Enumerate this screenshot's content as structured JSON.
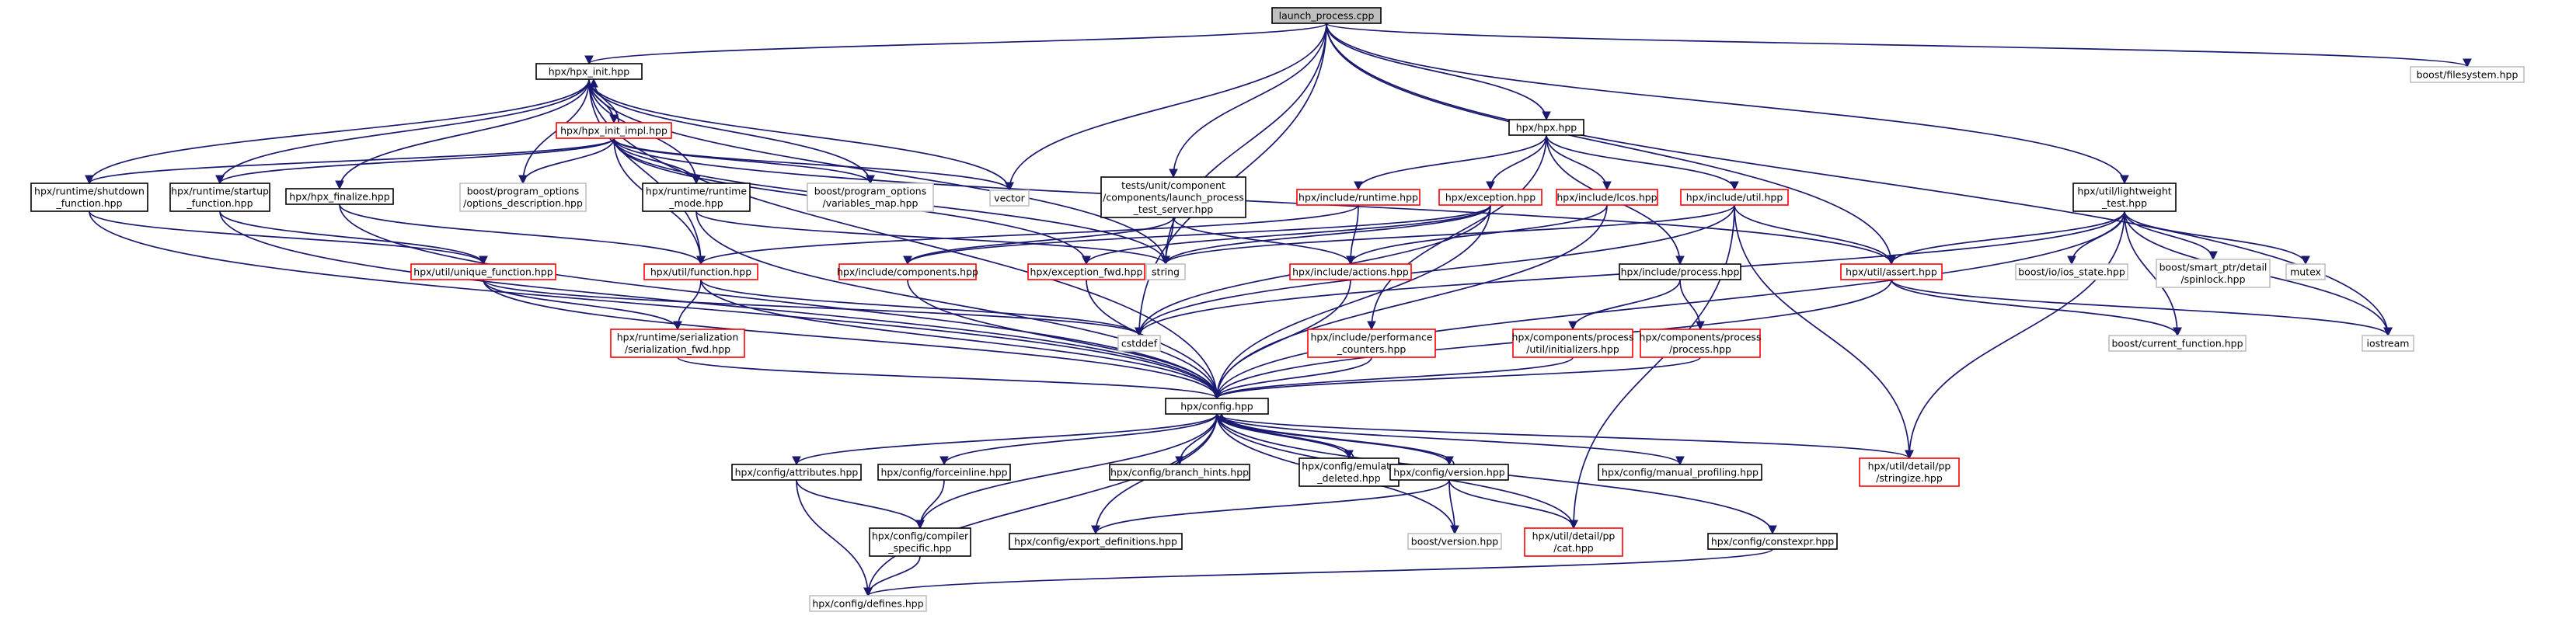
{
  "colors": {
    "root_fill": "#bfbfbf",
    "root_border": "#000000",
    "normal_border": "#000000",
    "truncated_border": "#ff0000",
    "external_border": "#bfbfbf",
    "node_fill": "#ffffff",
    "edge": "#191970"
  },
  "nodes": [
    {
      "id": "root",
      "lines": [
        "launch_process.cpp"
      ],
      "kind": "root"
    },
    {
      "id": "hpx_init",
      "lines": [
        "hpx/hpx_init.hpp"
      ],
      "kind": "normal"
    },
    {
      "id": "hpx_init_impl",
      "lines": [
        "hpx/hpx_init_impl.hpp"
      ],
      "kind": "truncated"
    },
    {
      "id": "hpx_hpx",
      "lines": [
        "hpx/hpx.hpp"
      ],
      "kind": "normal"
    },
    {
      "id": "boost_filesystem",
      "lines": [
        "boost/filesystem.hpp"
      ],
      "kind": "external"
    },
    {
      "id": "rt_shutdown",
      "lines": [
        "hpx/runtime/shutdown",
        "_function.hpp"
      ],
      "kind": "normal"
    },
    {
      "id": "rt_startup",
      "lines": [
        "hpx/runtime/startup",
        "_function.hpp"
      ],
      "kind": "normal"
    },
    {
      "id": "hpx_finalize",
      "lines": [
        "hpx/hpx_finalize.hpp"
      ],
      "kind": "normal"
    },
    {
      "id": "po_options_desc",
      "lines": [
        "boost/program_options",
        "/options_description.hpp"
      ],
      "kind": "external"
    },
    {
      "id": "rt_runtime_mode",
      "lines": [
        "hpx/runtime/runtime",
        "_mode.hpp"
      ],
      "kind": "normal"
    },
    {
      "id": "po_variables_map",
      "lines": [
        "boost/program_options",
        "/variables_map.hpp"
      ],
      "kind": "external"
    },
    {
      "id": "vector",
      "lines": [
        "vector"
      ],
      "kind": "external"
    },
    {
      "id": "lp_test_server",
      "lines": [
        "tests/unit/component",
        "/components/launch_process",
        "_test_server.hpp"
      ],
      "kind": "normal"
    },
    {
      "id": "inc_runtime",
      "lines": [
        "hpx/include/runtime.hpp"
      ],
      "kind": "truncated"
    },
    {
      "id": "hpx_exception",
      "lines": [
        "hpx/exception.hpp"
      ],
      "kind": "truncated"
    },
    {
      "id": "inc_lcos",
      "lines": [
        "hpx/include/lcos.hpp"
      ],
      "kind": "truncated"
    },
    {
      "id": "inc_util",
      "lines": [
        "hpx/include/util.hpp"
      ],
      "kind": "truncated"
    },
    {
      "id": "lightweight_test",
      "lines": [
        "hpx/util/lightweight",
        "_test.hpp"
      ],
      "kind": "normal"
    },
    {
      "id": "util_unique_function",
      "lines": [
        "hpx/util/unique_function.hpp"
      ],
      "kind": "truncated"
    },
    {
      "id": "util_function",
      "lines": [
        "hpx/util/function.hpp"
      ],
      "kind": "truncated"
    },
    {
      "id": "inc_components",
      "lines": [
        "hpx/include/components.hpp"
      ],
      "kind": "truncated"
    },
    {
      "id": "exception_fwd",
      "lines": [
        "hpx/exception_fwd.hpp"
      ],
      "kind": "truncated"
    },
    {
      "id": "string",
      "lines": [
        "string"
      ],
      "kind": "external"
    },
    {
      "id": "inc_actions",
      "lines": [
        "hpx/include/actions.hpp"
      ],
      "kind": "truncated"
    },
    {
      "id": "inc_process",
      "lines": [
        "hpx/include/process.hpp"
      ],
      "kind": "normal"
    },
    {
      "id": "util_assert",
      "lines": [
        "hpx/util/assert.hpp"
      ],
      "kind": "truncated"
    },
    {
      "id": "boost_io_state",
      "lines": [
        "boost/io/ios_state.hpp"
      ],
      "kind": "external"
    },
    {
      "id": "boost_spinlock",
      "lines": [
        "boost/smart_ptr/detail",
        "/spinlock.hpp"
      ],
      "kind": "external"
    },
    {
      "id": "mutex",
      "lines": [
        "mutex"
      ],
      "kind": "external"
    },
    {
      "id": "serialization_fwd",
      "lines": [
        "hpx/runtime/serialization",
        "/serialization_fwd.hpp"
      ],
      "kind": "truncated"
    },
    {
      "id": "cstddef",
      "lines": [
        "cstddef"
      ],
      "kind": "external"
    },
    {
      "id": "inc_performance",
      "lines": [
        "hpx/include/performance",
        "_counters.hpp"
      ],
      "kind": "truncated"
    },
    {
      "id": "proc_initializers",
      "lines": [
        "hpx/components/process",
        "/util/initializers.hpp"
      ],
      "kind": "truncated"
    },
    {
      "id": "proc_process",
      "lines": [
        "hpx/components/process",
        "/process.hpp"
      ],
      "kind": "truncated"
    },
    {
      "id": "boost_current_function",
      "lines": [
        "boost/current_function.hpp"
      ],
      "kind": "external"
    },
    {
      "id": "iostream",
      "lines": [
        "iostream"
      ],
      "kind": "external"
    },
    {
      "id": "hpx_config",
      "lines": [
        "hpx/config.hpp"
      ],
      "kind": "normal"
    },
    {
      "id": "cfg_attributes",
      "lines": [
        "hpx/config/attributes.hpp"
      ],
      "kind": "normal"
    },
    {
      "id": "cfg_forceinline",
      "lines": [
        "hpx/config/forceinline.hpp"
      ],
      "kind": "normal"
    },
    {
      "id": "cfg_branch_hints",
      "lines": [
        "hpx/config/branch_hints.hpp"
      ],
      "kind": "normal"
    },
    {
      "id": "cfg_emulate_deleted",
      "lines": [
        "hpx/config/emulate",
        "_deleted.hpp"
      ],
      "kind": "normal"
    },
    {
      "id": "cfg_version",
      "lines": [
        "hpx/config/version.hpp"
      ],
      "kind": "normal"
    },
    {
      "id": "cfg_manual_profiling",
      "lines": [
        "hpx/config/manual_profiling.hpp"
      ],
      "kind": "normal"
    },
    {
      "id": "stringize",
      "lines": [
        "hpx/util/detail/pp",
        "/stringize.hpp"
      ],
      "kind": "truncated"
    },
    {
      "id": "cfg_compiler_specific",
      "lines": [
        "hpx/config/compiler",
        "_specific.hpp"
      ],
      "kind": "normal"
    },
    {
      "id": "cfg_export_definitions",
      "lines": [
        "hpx/config/export_definitions.hpp"
      ],
      "kind": "normal"
    },
    {
      "id": "boost_version",
      "lines": [
        "boost/version.hpp"
      ],
      "kind": "external"
    },
    {
      "id": "pp_cat",
      "lines": [
        "hpx/util/detail/pp",
        "/cat.hpp"
      ],
      "kind": "truncated"
    },
    {
      "id": "cfg_constexpr",
      "lines": [
        "hpx/config/constexpr.hpp"
      ],
      "kind": "normal"
    },
    {
      "id": "cfg_defines",
      "lines": [
        "hpx/config/defines.hpp"
      ],
      "kind": "external"
    }
  ],
  "edges": [
    [
      "root",
      "hpx_init"
    ],
    [
      "root",
      "hpx_hpx"
    ],
    [
      "root",
      "boost_filesystem"
    ],
    [
      "root",
      "vector"
    ],
    [
      "root",
      "lp_test_server"
    ],
    [
      "root",
      "string"
    ],
    [
      "root",
      "cstddef"
    ],
    [
      "root",
      "lightweight_test"
    ],
    [
      "root",
      "iostream"
    ],
    [
      "root",
      "util_assert"
    ],
    [
      "hpx_init",
      "hpx_init_impl"
    ],
    [
      "hpx_init",
      "rt_shutdown"
    ],
    [
      "hpx_init",
      "rt_startup"
    ],
    [
      "hpx_init",
      "hpx_finalize"
    ],
    [
      "hpx_init",
      "po_options_desc"
    ],
    [
      "hpx_init",
      "rt_runtime_mode"
    ],
    [
      "hpx_init",
      "po_variables_map"
    ],
    [
      "hpx_init",
      "vector"
    ],
    [
      "hpx_init",
      "string"
    ],
    [
      "hpx_init",
      "hpx_config"
    ],
    [
      "hpx_init",
      "util_function"
    ],
    [
      "hpx_init_impl",
      "hpx_init"
    ],
    [
      "hpx_init_impl",
      "rt_shutdown"
    ],
    [
      "hpx_init_impl",
      "rt_startup"
    ],
    [
      "hpx_init_impl",
      "po_options_desc"
    ],
    [
      "hpx_init_impl",
      "rt_runtime_mode"
    ],
    [
      "hpx_init_impl",
      "po_variables_map"
    ],
    [
      "hpx_init_impl",
      "vector"
    ],
    [
      "hpx_init_impl",
      "string"
    ],
    [
      "hpx_init_impl",
      "util_function"
    ],
    [
      "hpx_init_impl",
      "util_assert"
    ],
    [
      "hpx_init_impl",
      "exception_fwd"
    ],
    [
      "rt_shutdown",
      "util_unique_function"
    ],
    [
      "rt_shutdown",
      "hpx_config"
    ],
    [
      "rt_startup",
      "util_unique_function"
    ],
    [
      "rt_startup",
      "hpx_config"
    ],
    [
      "hpx_finalize",
      "util_function"
    ],
    [
      "hpx_finalize",
      "hpx_config"
    ],
    [
      "rt_runtime_mode",
      "hpx_config"
    ],
    [
      "rt_runtime_mode",
      "string"
    ],
    [
      "hpx_hpx",
      "inc_runtime"
    ],
    [
      "hpx_hpx",
      "hpx_exception"
    ],
    [
      "hpx_hpx",
      "inc_lcos"
    ],
    [
      "hpx_hpx",
      "inc_util"
    ],
    [
      "hpx_hpx",
      "inc_process"
    ],
    [
      "hpx_hpx",
      "inc_performance"
    ],
    [
      "lp_test_server",
      "inc_components"
    ],
    [
      "lp_test_server",
      "inc_actions"
    ],
    [
      "lp_test_server",
      "string"
    ],
    [
      "inc_runtime",
      "inc_actions"
    ],
    [
      "inc_runtime",
      "util_function"
    ],
    [
      "hpx_exception",
      "inc_components"
    ],
    [
      "hpx_exception",
      "exception_fwd"
    ],
    [
      "hpx_exception",
      "string"
    ],
    [
      "hpx_exception",
      "cstddef"
    ],
    [
      "hpx_exception",
      "hpx_config"
    ],
    [
      "inc_lcos",
      "inc_actions"
    ],
    [
      "inc_lcos",
      "hpx_config"
    ],
    [
      "inc_util",
      "util_assert"
    ],
    [
      "inc_util",
      "stringize"
    ],
    [
      "inc_util",
      "pp_cat"
    ],
    [
      "inc_util",
      "cstddef"
    ],
    [
      "inc_util",
      "string"
    ],
    [
      "lightweight_test",
      "util_assert"
    ],
    [
      "lightweight_test",
      "boost_io_state"
    ],
    [
      "lightweight_test",
      "boost_spinlock"
    ],
    [
      "lightweight_test",
      "mutex"
    ],
    [
      "lightweight_test",
      "iostream"
    ],
    [
      "lightweight_test",
      "boost_current_function"
    ],
    [
      "lightweight_test",
      "cstddef"
    ],
    [
      "lightweight_test",
      "hpx_config"
    ],
    [
      "lightweight_test",
      "stringize"
    ],
    [
      "util_unique_function",
      "serialization_fwd"
    ],
    [
      "util_unique_function",
      "hpx_config"
    ],
    [
      "util_unique_function",
      "cstddef"
    ],
    [
      "util_function",
      "serialization_fwd"
    ],
    [
      "util_function",
      "hpx_config"
    ],
    [
      "util_function",
      "cstddef"
    ],
    [
      "inc_components",
      "hpx_config"
    ],
    [
      "exception_fwd",
      "hpx_config"
    ],
    [
      "inc_actions",
      "hpx_config"
    ],
    [
      "inc_process",
      "proc_initializers"
    ],
    [
      "inc_process",
      "proc_process"
    ],
    [
      "util_assert",
      "boost_current_function"
    ],
    [
      "util_assert",
      "iostream"
    ],
    [
      "util_assert",
      "hpx_config"
    ],
    [
      "serialization_fwd",
      "hpx_config"
    ],
    [
      "inc_performance",
      "hpx_config"
    ],
    [
      "proc_initializers",
      "hpx_config"
    ],
    [
      "proc_process",
      "hpx_config"
    ],
    [
      "hpx_config",
      "cfg_attributes"
    ],
    [
      "hpx_config",
      "cfg_forceinline"
    ],
    [
      "hpx_config",
      "cfg_branch_hints"
    ],
    [
      "hpx_config",
      "cfg_emulate_deleted"
    ],
    [
      "hpx_config",
      "cfg_version"
    ],
    [
      "hpx_config",
      "cfg_manual_profiling"
    ],
    [
      "hpx_config",
      "stringize"
    ],
    [
      "hpx_config",
      "cfg_compiler_specific"
    ],
    [
      "hpx_config",
      "cfg_export_definitions"
    ],
    [
      "hpx_config",
      "boost_version"
    ],
    [
      "hpx_config",
      "pp_cat"
    ],
    [
      "hpx_config",
      "cfg_constexpr"
    ],
    [
      "hpx_config",
      "cfg_defines"
    ],
    [
      "cfg_emulate_deleted",
      "hpx_config"
    ],
    [
      "cfg_version",
      "hpx_config"
    ],
    [
      "cfg_attributes",
      "cfg_compiler_specific"
    ],
    [
      "cfg_attributes",
      "cfg_defines"
    ],
    [
      "cfg_forceinline",
      "cfg_compiler_specific"
    ],
    [
      "cfg_compiler_specific",
      "cfg_defines"
    ],
    [
      "cfg_version",
      "cfg_export_definitions"
    ],
    [
      "cfg_version",
      "boost_version"
    ],
    [
      "cfg_version",
      "pp_cat"
    ],
    [
      "cfg_constexpr",
      "cfg_defines"
    ]
  ]
}
